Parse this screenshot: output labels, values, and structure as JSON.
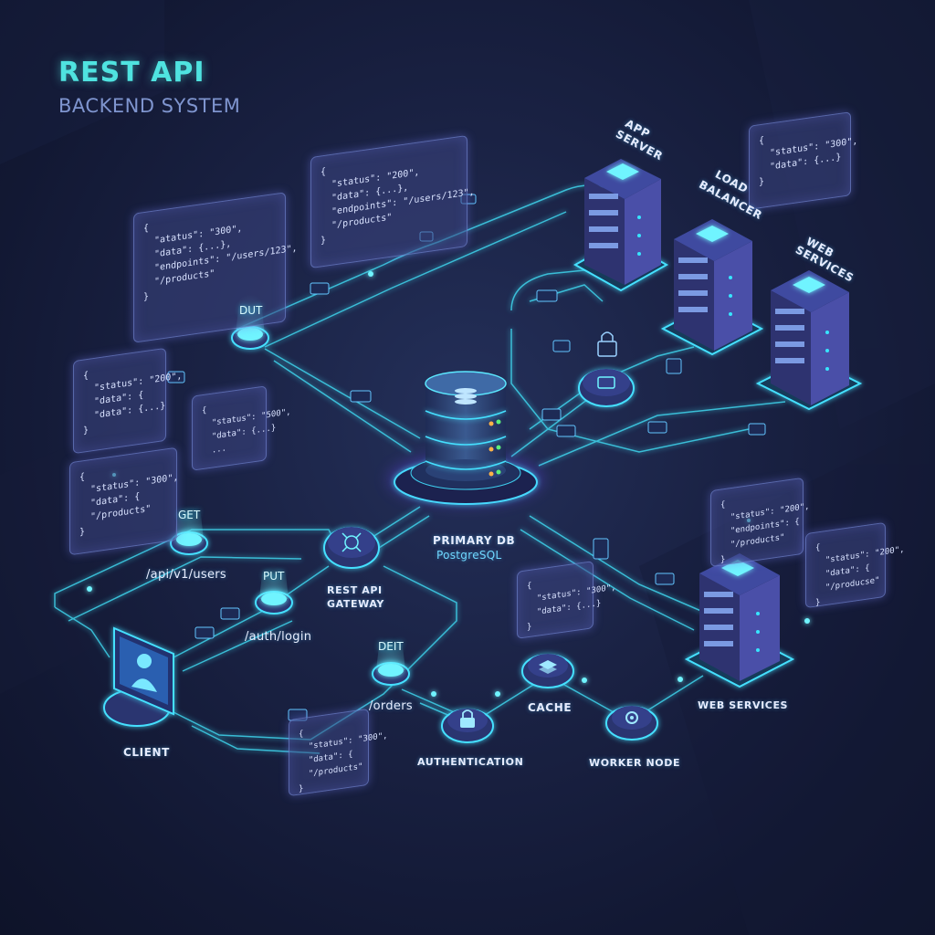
{
  "title": "REST API",
  "subtitle": "BACKEND SYSTEM",
  "nodes": {
    "client": "CLIENT",
    "gateway": "REST API\nGATEWAY",
    "gateway_l1": "REST API",
    "gateway_l2": "GATEWAY",
    "primary_db": "PRIMARY DB",
    "primary_db_sub": "PostgreSQL",
    "authentication": "AUTHENTICATION",
    "cache": "CACHE",
    "worker": "WORKER NODE",
    "web_services_bottom": "WEB SERVICES",
    "app_server_l1": "APP",
    "app_server_l2": "SERVER",
    "load_balancer_l1": "LOAD",
    "load_balancer_l2": "BALANCER",
    "web_services_l1": "WEB",
    "web_services_l2": "SERVICES"
  },
  "endpoints": {
    "get_verb": "GET",
    "get_path": "/api/v1/users",
    "put_verb": "PUT",
    "put_path": "/auth/login",
    "delete_verb": "DEIT",
    "delete_path": "/orders",
    "top_verb": "DUT"
  },
  "bubbles": {
    "b1": "{\n  \"atatus\": \"300\",\n  \"data\": {...},\n  \"endpoints\": \"/users/123\",\n  \"/products\"\n}",
    "b2": "{\n  \"status\": \"200\",\n  \"data\": {...},\n  \"endpoints\": \"/users/123\",\n  \"/products\"\n}",
    "b3": "{\n  \"status\": \"300\",\n  \"data\": {...}\n}",
    "b4": "{\n  \"status\": \"200\",\n  \"data\": {\n  \"data\": {...}\n}",
    "b5": "{\n  \"status\": \"500\",\n  \"data\": {...}\n  ...",
    "b6": "{\n  \"status\": \"300\",\n  \"data\": {\n  \"/products\"\n}",
    "b7": "{\n  \"status\": \"300\",\n  \"data\": {...}\n}",
    "b8": "{\n  \"status\": \"300\",\n  \"data\": {\n  \"/products\"\n}",
    "b9": "{\n  \"status\": \"200\",\n  \"endpoints\": {\n  \"/products\"\n}",
    "b10": "{\n  \"status\": \"200\",\n  \"data\": {\n  \"/producse\"\n}"
  },
  "colors": {
    "accent": "#4fe3e0",
    "glow": "#36e0ff",
    "bubble": "#3c4682",
    "server": "#3b3f8c"
  }
}
